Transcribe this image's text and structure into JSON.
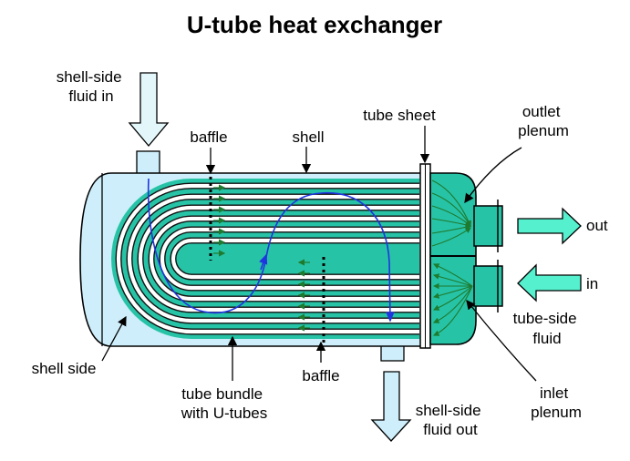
{
  "title": "U-tube heat exchanger",
  "labels": {
    "shell_side_fluid_in": [
      "shell-side",
      "fluid in"
    ],
    "baffle_top": "baffle",
    "shell": "shell",
    "tube_sheet": "tube sheet",
    "outlet_plenum": [
      "outlet",
      "plenum"
    ],
    "out": "out",
    "in": "in",
    "tube_side_fluid": [
      "tube-side",
      "fluid"
    ],
    "shell_side": "shell side",
    "baffle_bottom": "baffle",
    "tube_bundle": [
      "tube bundle",
      "with U-tubes"
    ],
    "shell_side_fluid_out": [
      "shell-side",
      "fluid out"
    ],
    "inlet_plenum": [
      "inlet",
      "plenum"
    ]
  },
  "colors": {
    "shell_fluid": "#cdeefa",
    "tube_fill": "#27c3a6",
    "arrow_fill": "#55f0cd",
    "inlet_arrow": "#e3f7fb",
    "flow_path": "#1f35e0",
    "outline": "#000000"
  }
}
